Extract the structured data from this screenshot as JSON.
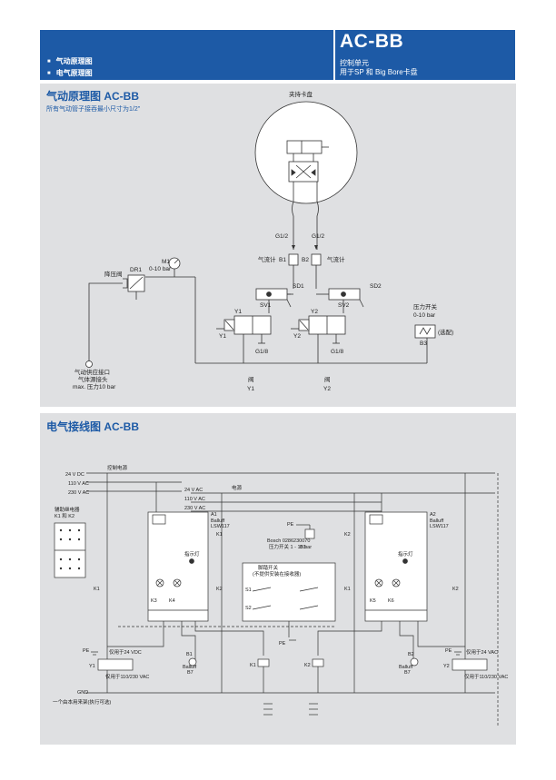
{
  "header": {
    "items": [
      "气动原理图",
      "电气原理图"
    ],
    "brand": "AC-BB",
    "subtitle_line1": "控制单元",
    "subtitle_line2": "用于SP 和 Big Bore卡盘"
  },
  "pneumatic": {
    "title": "气动原理图 AC-BB",
    "note": "所有气动管子接吞最小尺寸为1/2\"",
    "chuck_label": "夹持卡盘",
    "g12_left": "G1/2",
    "g12_right": "G1/2",
    "flow_left": "气流计",
    "flow_right": "气流计",
    "b1": "B1",
    "b2": "B2",
    "dr1": "DR1",
    "dr1_name": "降压阀",
    "m1": "M1",
    "m1_range": "0-10 bar",
    "sd1": "SD1",
    "sd2": "SD2",
    "sv1": "SV1",
    "sv2": "SV2",
    "y1_top": "Y1",
    "y1_side": "Y1",
    "y2_top": "Y2",
    "y2_side": "Y2",
    "g18_left": "G1/8",
    "g18_right": "G1/8",
    "pressure_switch": "压力开关",
    "ps_range": "0-10 bar",
    "ps_optional": "(选配)",
    "b3": "B3",
    "supply_1": "气动供应接口",
    "supply_2": "气体源接头",
    "supply_3": "max. 压力10 bar",
    "valve_left": "阀",
    "valve_left_id": "Y1",
    "valve_right": "阀",
    "valve_right_id": "Y2"
  },
  "electrical": {
    "title": "电气接线图 AC-BB",
    "v24a": "24 V DC",
    "v110a": "110 V AC",
    "v230a": "230 V AC",
    "v24b": "24 V AC",
    "v110b": "110 V AC",
    "v230b": "230 V AC",
    "top_label_a": "控制电源",
    "top_label_b": "电源",
    "relay_block": "辅助继电器",
    "relay_block_id": "K1 和 K2",
    "a1": "A1",
    "a1_sub": "Balluff",
    "a1_model": "LSW117",
    "a2": "A2",
    "a2_sub": "Balluff",
    "a2_model": "LSW117",
    "k1": "K1",
    "k2": "K2",
    "k3": "K3",
    "k4": "K4",
    "k5": "K5",
    "k6": "K6",
    "ind_left": "指示灯",
    "ind_right": "指示灯",
    "pe": "PE",
    "b3": "B3",
    "bosch": "Bosch 0286230070",
    "range": "压力开关 1 - 10 bar",
    "b1": "B1",
    "b2": "B2",
    "b1_sub": "Balluff",
    "b2_sub": "Balluff",
    "b1_id": "B7",
    "b2_id": "B7",
    "s1": "S1",
    "s2": "S2",
    "switch_box": "脚踏开关",
    "switch_box_sub": "(不提供安装在接收器)",
    "y1": "Y1",
    "y2": "Y2",
    "y1_note_a": "仅用于24 VDC",
    "y1_note_b": "仅用于110/230 VAC",
    "y2_note_a": "仅用于24 VAC",
    "y2_note_b": "仅用于110/230 VAC",
    "gnd": "GND",
    "footnote": "一个由本用来架(执行可选)"
  }
}
